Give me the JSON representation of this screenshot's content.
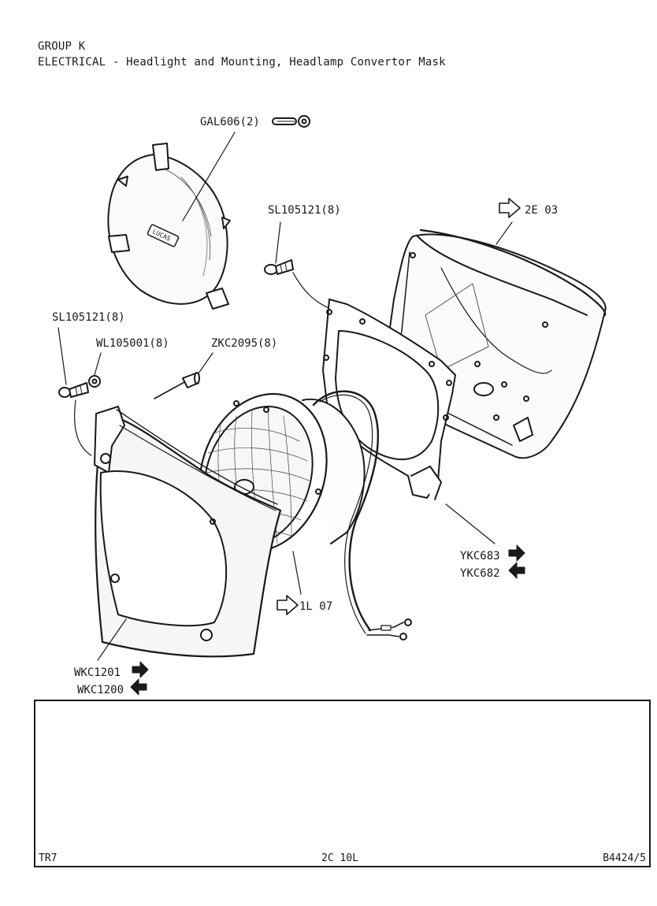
{
  "header": {
    "group": "GROUP K",
    "title": "ELECTRICAL - Headlight and Mounting, Headlamp Convertor Mask"
  },
  "callouts": {
    "gal606": "GAL606(2)",
    "sl105121_top": "SL105121(8)",
    "sl105121_left": "SL105121(8)",
    "wl105001": "WL105001(8)",
    "zkc2095": "ZKC2095(8)",
    "ref_2e03": "2E 03",
    "ref_1l07": "1L 07",
    "ykc683": "YKC683",
    "ykc682": "YKC682",
    "wkc1201": "WKC1201",
    "wkc1200": "WKC1200",
    "lucas_badge": "LUCAS"
  },
  "footer": {
    "left": "TR7",
    "center": "2C 10L",
    "right": "B4424/5"
  }
}
